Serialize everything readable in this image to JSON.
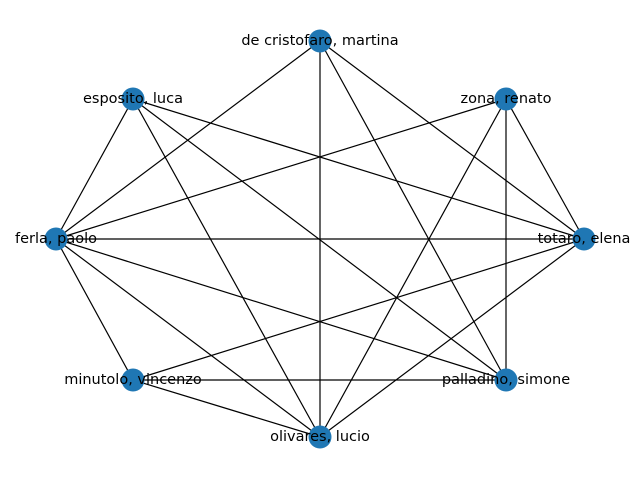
{
  "graph": {
    "node_color": "#1f77b4",
    "edge_color": "#000000",
    "nodes": [
      {
        "id": "de_cristofaro",
        "label": "de cristofaro, martina"
      },
      {
        "id": "zona",
        "label": "zona, renato"
      },
      {
        "id": "totaro",
        "label": "totaro, elena"
      },
      {
        "id": "palladino",
        "label": "palladino, simone"
      },
      {
        "id": "olivares",
        "label": "olivares, lucio"
      },
      {
        "id": "minutolo",
        "label": "minutolo, vincenzo"
      },
      {
        "id": "ferla",
        "label": "ferla, paolo"
      },
      {
        "id": "esposito",
        "label": "esposito, luca"
      }
    ],
    "edges": [
      [
        "de_cristofaro",
        "ferla"
      ],
      [
        "de_cristofaro",
        "olivares"
      ],
      [
        "de_cristofaro",
        "palladino"
      ],
      [
        "de_cristofaro",
        "totaro"
      ],
      [
        "esposito",
        "ferla"
      ],
      [
        "esposito",
        "totaro"
      ],
      [
        "esposito",
        "palladino"
      ],
      [
        "esposito",
        "olivares"
      ],
      [
        "zona",
        "ferla"
      ],
      [
        "zona",
        "totaro"
      ],
      [
        "zona",
        "palladino"
      ],
      [
        "zona",
        "olivares"
      ],
      [
        "ferla",
        "totaro"
      ],
      [
        "ferla",
        "minutolo"
      ],
      [
        "ferla",
        "palladino"
      ],
      [
        "ferla",
        "olivares"
      ],
      [
        "totaro",
        "minutolo"
      ],
      [
        "totaro",
        "olivares"
      ],
      [
        "minutolo",
        "palladino"
      ],
      [
        "minutolo",
        "olivares"
      ]
    ]
  }
}
